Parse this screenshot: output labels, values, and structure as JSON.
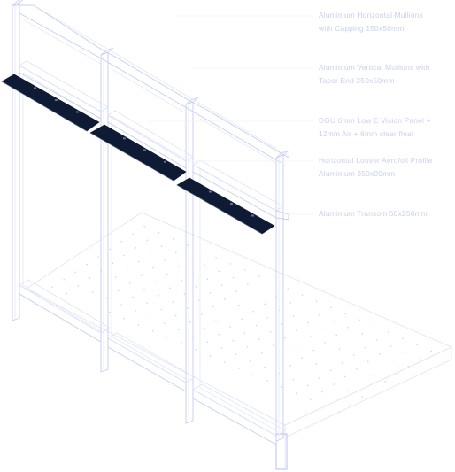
{
  "colors": {
    "line": "#c5cdf2",
    "line_faint": "#dfe4f8",
    "line_mid": "#b3bdec",
    "louver": "#0f1b35",
    "louver_detail": "#5f6f95",
    "dot": "#ccd3ef",
    "label_text": "#c9d0ee",
    "leader": "#eef0fb",
    "background": "#ffffff"
  },
  "callouts": [
    {
      "line1": "Aluminium Horizontal Mullions",
      "line2": "with Capping 150x50mm"
    },
    {
      "line1": "Aluminium Vertical Mullions with",
      "line2": "Taper End 250x50mm"
    },
    {
      "line1": "DGU 6mm Low E Vision Panel +",
      "line2": "12mm Air + 6mm clear float"
    },
    {
      "line1": "Horizontal Louver Aerofoil Profile",
      "line2": "Aluminium 350x90mm"
    },
    {
      "line1": "Aluminium Transom 50x250mm",
      "line2": ""
    }
  ]
}
